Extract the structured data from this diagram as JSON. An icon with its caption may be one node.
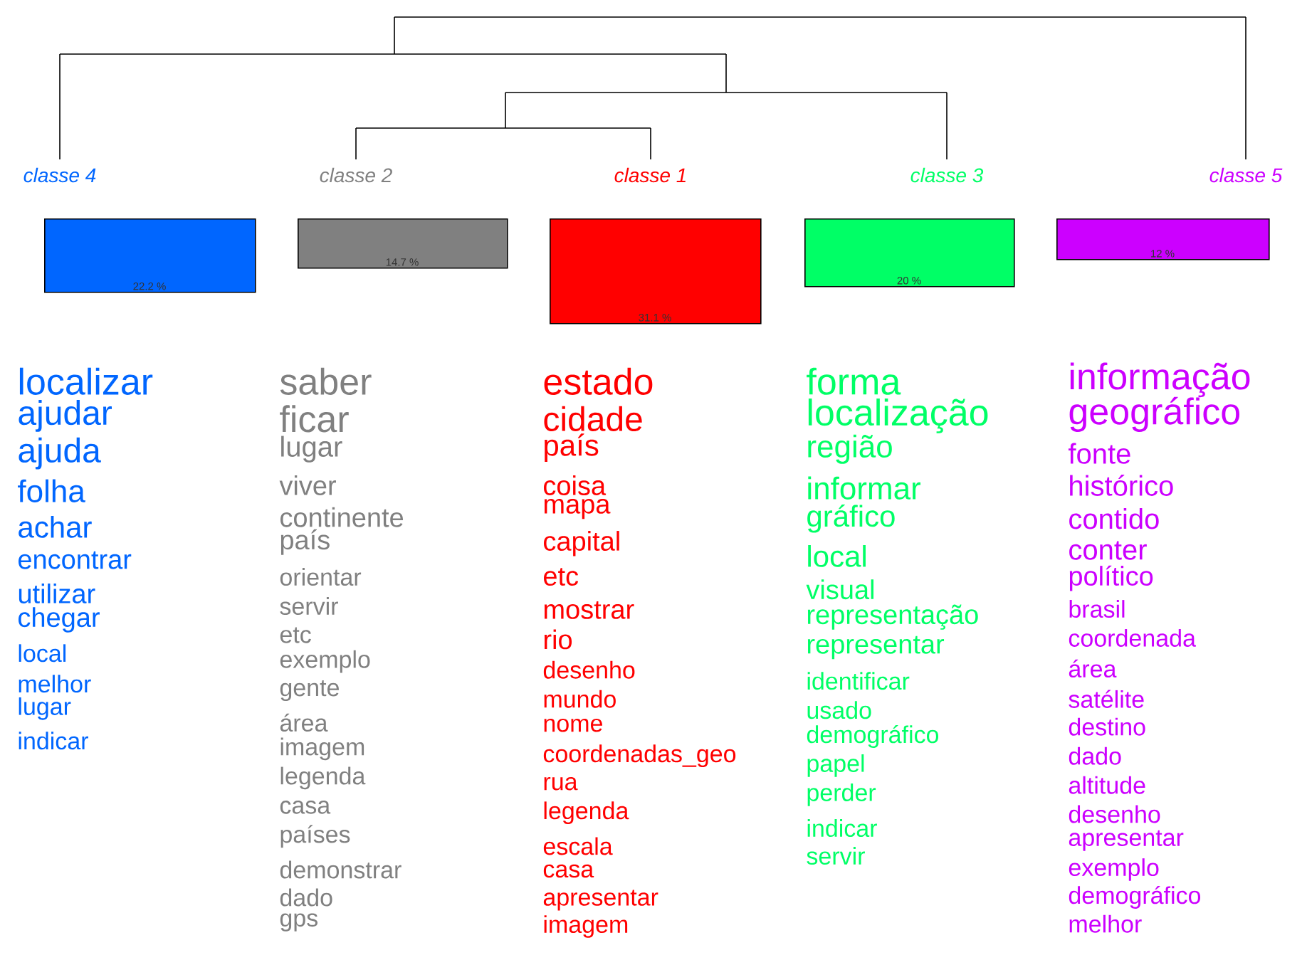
{
  "diagram": {
    "nodes": [
      {
        "text": [
          "22.2 %"
        ],
        "beside": [
          "classe  4"
        ]
      },
      {
        "text": [
          "14.7 %"
        ],
        "beside": [
          "classe  2"
        ]
      },
      {
        "text": [
          "31.1 %"
        ],
        "beside": [
          "classe  1"
        ]
      },
      {
        "text": [
          "20 %"
        ],
        "beside": [
          "classe  3"
        ]
      },
      {
        "text": [
          "12 %"
        ],
        "beside": [
          "classe  5"
        ]
      }
    ],
    "labels": [
      "localizar",
      "ajudar",
      "ajuda",
      "folha",
      "achar",
      "encontrar",
      "utilizar",
      "chegar",
      "local",
      "melhor",
      "lugar",
      "indicar",
      "saber",
      "ficar",
      "lugar",
      "viver",
      "continente",
      "país",
      "orientar",
      "servir",
      "etc",
      "exemplo",
      "gente",
      "área",
      "imagem",
      "legenda",
      "casa",
      "países",
      "demonstrar",
      "dado",
      "gps",
      "estado",
      "cidade",
      "país",
      "coisa",
      "mapa",
      "capital",
      "etc",
      "mostrar",
      "rio",
      "desenho",
      "mundo",
      "nome",
      "coordenadas_geo",
      "rua",
      "legenda",
      "escala",
      "casa",
      "apresentar",
      "imagem",
      "forma",
      "localização",
      "região",
      "informar",
      "gráfico",
      "local",
      "visual",
      "representação",
      "representar",
      "identificar",
      "usado",
      "demográfico",
      "papel",
      "perder",
      "indicar",
      "servir",
      "informação",
      "geográfico",
      "fonte",
      "histórico",
      "contido",
      "conter",
      "político",
      "brasil",
      "coordenada",
      "área",
      "satélite",
      "destino",
      "dado",
      "altitude",
      "desenho",
      "apresentar",
      "exemplo",
      "demográfico",
      "melhor"
    ]
  }
}
